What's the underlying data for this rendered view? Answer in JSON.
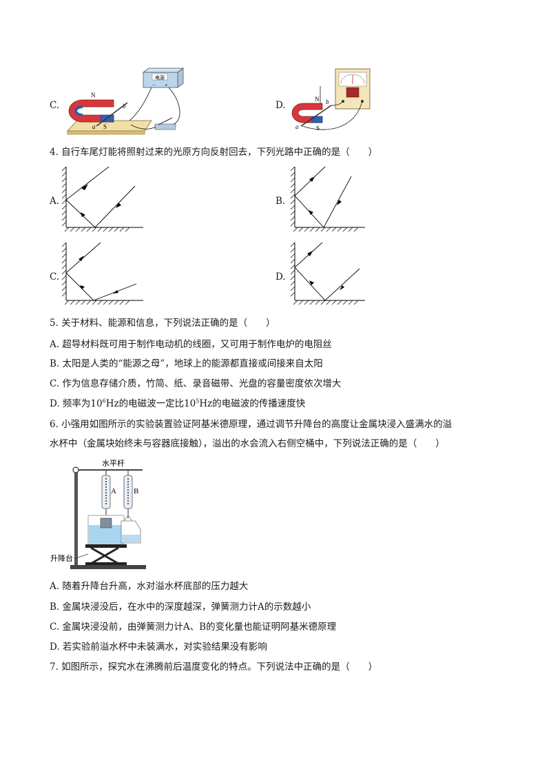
{
  "q3": {
    "optC": "C.",
    "optD": "D.",
    "c_power_label": "电源",
    "c_minus": "−",
    "c_plus": "+",
    "mag_n": "N",
    "mag_s": "S",
    "wire_a": "a",
    "wire_b": "b"
  },
  "q4": {
    "stem": "4.  自行车尾灯能将照射过来的光原方向反射回去，下列光路中正确的是（　　）",
    "opts": [
      "A.",
      "B.",
      "C.",
      "D."
    ]
  },
  "q5": {
    "stem": "5. 关于材料、能源和信息，下列说法正确的是（　　）",
    "a": "A.   超导材料既可用于制作电动机的线圈，又可用于制作电炉的电阻丝",
    "b": "B.   太阳是人类的“能源之母”，地球上的能源都直接或间接来自太阳",
    "c": "C.   作为信息存储介质，竹简、纸、录音磁带、光盘的容量密度依次增大",
    "d_pre": "D.   频率为10",
    "d_exp1": "6",
    "d_mid": "Hz的电磁波一定比10",
    "d_exp2": "5",
    "d_post": "Hz的电磁波的传播速度快"
  },
  "q6": {
    "stem1": "6.  小强用如图所示的实验装置验证阿基米德原理，通过调节升降台的高度让金属块浸入盛满水的溢",
    "stem2": "水杯中（金属块始终未与容器底接触），溢出的水会流入右侧空桶中，下列说法正确的是（　　）",
    "fig_bar": "水平杆",
    "fig_a": "A",
    "fig_b": "B",
    "fig_lift": "升降台",
    "a": "A.   随着升降台升高，水对溢水杯底部的压力越大",
    "b": "B.   金属块浸没后，在水中的深度越深，弹簧测力计A的示数越小",
    "c": "C.   金属块浸没前，由弹簧测力计A、B的变化量也能证明阿基米德原理",
    "d": "D.   若实验前溢水杯中未装满水，对实验结果没有影响"
  },
  "q7": {
    "stem": "7. 如图所示，探究水在沸腾前后温度变化的特点。下列说法中正确的是（　　）"
  }
}
